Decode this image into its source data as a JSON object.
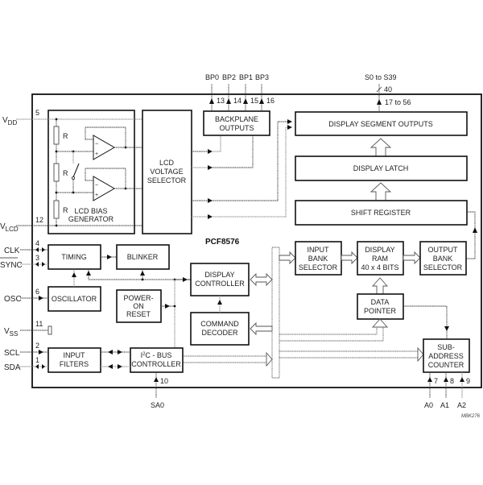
{
  "chip_name": "PCF8576",
  "figure_code": "MBK276",
  "blocks": {
    "lcd_bias": {
      "line1": "LCD BIAS",
      "line2": "GENERATOR"
    },
    "resistor_label": "R",
    "lcd_voltage_selector": {
      "line1": "LCD",
      "line2": "VOLTAGE",
      "line3": "SELECTOR"
    },
    "backplane_outputs": {
      "line1": "BACKPLANE",
      "line2": "OUTPUTS"
    },
    "display_segment_outputs": {
      "line1": "DISPLAY SEGMENT OUTPUTS"
    },
    "display_latch": {
      "line1": "DISPLAY LATCH"
    },
    "shift_register": {
      "line1": "SHIFT REGISTER"
    },
    "timing": {
      "line1": "TIMING"
    },
    "blinker": {
      "line1": "BLINKER"
    },
    "oscillator": {
      "line1": "OSCILLATOR"
    },
    "power_on_reset": {
      "line1": "POWER-",
      "line2": "ON",
      "line3": "RESET"
    },
    "display_controller": {
      "line1": "DISPLAY",
      "line2": "CONTROLLER"
    },
    "command_decoder": {
      "line1": "COMMAND",
      "line2": "DECODER"
    },
    "input_filters": {
      "line1": "INPUT",
      "line2": "FILTERS"
    },
    "i2c_controller": {
      "line1a": "I",
      "line1sup": "2",
      "line1b": "C - BUS",
      "line2": "CONTROLLER"
    },
    "input_bank_selector": {
      "line1": "INPUT",
      "line2": "BANK",
      "line3": "SELECTOR"
    },
    "display_ram": {
      "line1": "DISPLAY",
      "line2": "RAM",
      "line3": "40 x 4 BITS"
    },
    "output_bank_selector": {
      "line1": "OUTPUT",
      "line2": "BANK",
      "line3": "SELECTOR"
    },
    "data_pointer": {
      "line1": "DATA",
      "line2": "POINTER"
    },
    "sub_address_counter": {
      "line1": "SUB-",
      "line2": "ADDRESS",
      "line3": "COUNTER"
    }
  },
  "signals": {
    "vdd": {
      "main": "V",
      "sub": "DD",
      "pin": "5"
    },
    "vlcd": {
      "main": "V",
      "sub": "LCD",
      "pin": "12"
    },
    "clk": {
      "name": "CLK",
      "pin": "4"
    },
    "sync": {
      "name": "SYNC",
      "pin": "3"
    },
    "osc": {
      "name": "OSC",
      "pin": "6"
    },
    "vss": {
      "main": "V",
      "sub": "SS",
      "pin": "11"
    },
    "scl": {
      "name": "SCL",
      "pin": "2"
    },
    "sda": {
      "name": "SDA",
      "pin": "1"
    },
    "sa0": {
      "name": "SA0",
      "pin": "10"
    },
    "a0": {
      "name": "A0",
      "pin": "7"
    },
    "a1": {
      "name": "A1",
      "pin": "8"
    },
    "a2": {
      "name": "A2",
      "pin": "9"
    },
    "backplanes": [
      {
        "name": "BP0",
        "pin": "13"
      },
      {
        "name": "BP2",
        "pin": "14"
      },
      {
        "name": "BP1",
        "pin": "15"
      },
      {
        "name": "BP3",
        "pin": "16"
      }
    ],
    "segments": {
      "name": "S0 to S39",
      "width": "40",
      "pins": "17 to 56"
    }
  }
}
